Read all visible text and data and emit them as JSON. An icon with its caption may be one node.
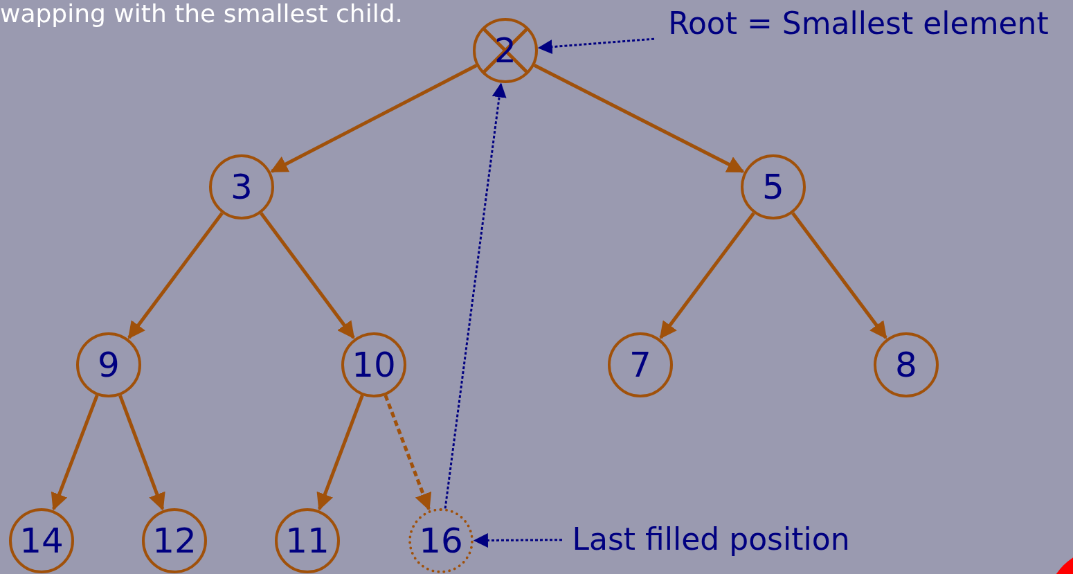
{
  "diagram": {
    "nodes": [
      {
        "text": [
          "2"
        ]
      },
      {
        "text": [
          "3"
        ]
      },
      {
        "text": [
          "5"
        ]
      },
      {
        "text": [
          "9"
        ]
      },
      {
        "text": [
          "10"
        ]
      },
      {
        "text": [
          "7"
        ]
      },
      {
        "text": [
          "8"
        ]
      },
      {
        "text": [
          "14"
        ]
      },
      {
        "text": [
          "12"
        ]
      },
      {
        "text": [
          "11"
        ]
      },
      {
        "text": [
          "16"
        ]
      },
      {
        "text": [
          "Root = Smallest element"
        ]
      },
      {
        "text": [
          "Last filled position"
        ]
      }
    ],
    "edges": [
      {
        "from": 0,
        "to": 1,
        "arrow": "to"
      },
      {
        "from": 0,
        "to": 2,
        "arrow": "to"
      },
      {
        "from": 1,
        "to": 3,
        "arrow": "to"
      },
      {
        "from": 1,
        "to": 4,
        "arrow": "to"
      },
      {
        "from": 2,
        "to": 5,
        "arrow": "to"
      },
      {
        "from": 2,
        "to": 6,
        "arrow": "to"
      },
      {
        "from": 3,
        "to": 7,
        "arrow": "to"
      },
      {
        "from": 3,
        "to": 8,
        "arrow": "to"
      },
      {
        "from": 4,
        "to": 9,
        "arrow": "to"
      },
      {
        "from": 4,
        "to": 10,
        "arrow": "to",
        "style": "dashed"
      },
      {
        "from": 10,
        "to": 0,
        "arrow": "to",
        "style": "dashed",
        "color": "#000080"
      },
      {
        "from": 11,
        "to": 0,
        "arrow": "to",
        "style": "dashed",
        "color": "#000080"
      },
      {
        "from": 12,
        "to": 10,
        "arrow": "to",
        "style": "dashed",
        "color": "#000080"
      }
    ],
    "labels": [
      "wapping with the smallest child."
    ]
  }
}
